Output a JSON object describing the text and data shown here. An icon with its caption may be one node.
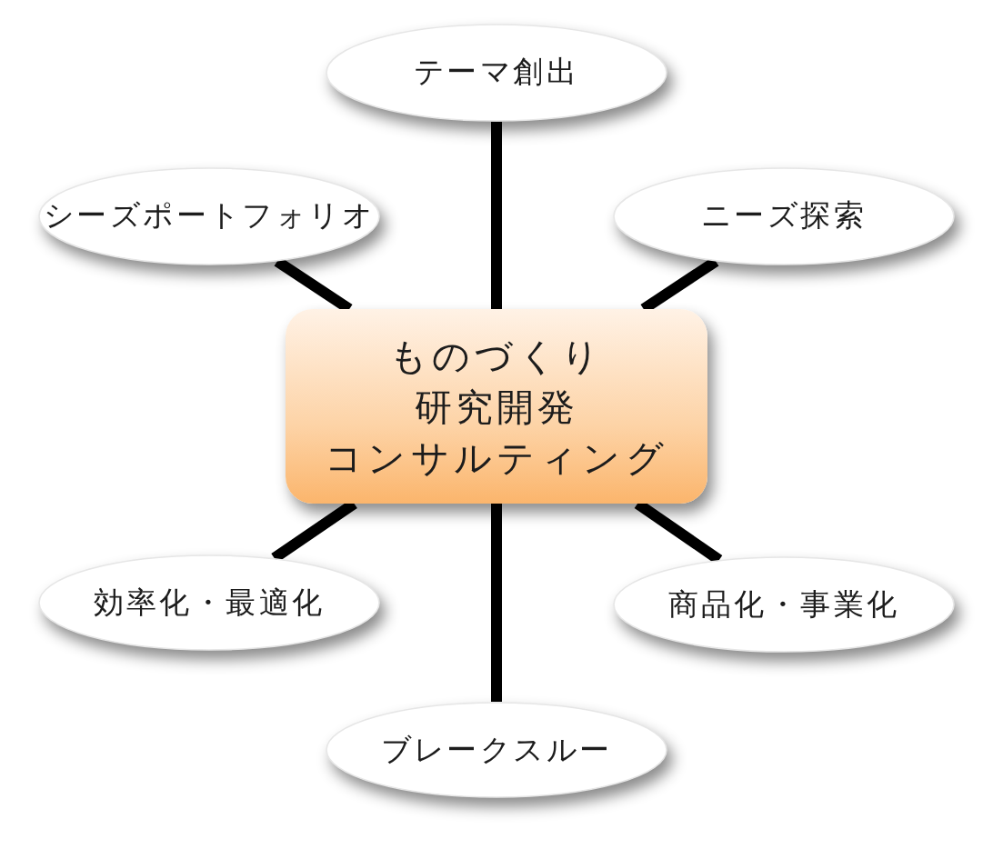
{
  "diagram": {
    "nodes": [
      {
        "text": [
          "テーマ創出"
        ]
      },
      {
        "text": [
          "シーズポートフォリオ"
        ]
      },
      {
        "text": [
          "ニーズ探索"
        ]
      },
      {
        "text": [
          "ものづくり",
          "研究開発",
          "コンサルティング"
        ]
      },
      {
        "text": [
          "効率化・最適化"
        ]
      },
      {
        "text": [
          "商品化・事業化"
        ]
      },
      {
        "text": [
          "ブレークスルー"
        ]
      }
    ],
    "edges": [
      {
        "from": 3,
        "to": 0,
        "arrow": "none"
      },
      {
        "from": 3,
        "to": 1,
        "arrow": "none"
      },
      {
        "from": 3,
        "to": 2,
        "arrow": "none"
      },
      {
        "from": 3,
        "to": 4,
        "arrow": "none"
      },
      {
        "from": 3,
        "to": 5,
        "arrow": "none"
      },
      {
        "from": 3,
        "to": 6,
        "arrow": "none"
      }
    ]
  }
}
